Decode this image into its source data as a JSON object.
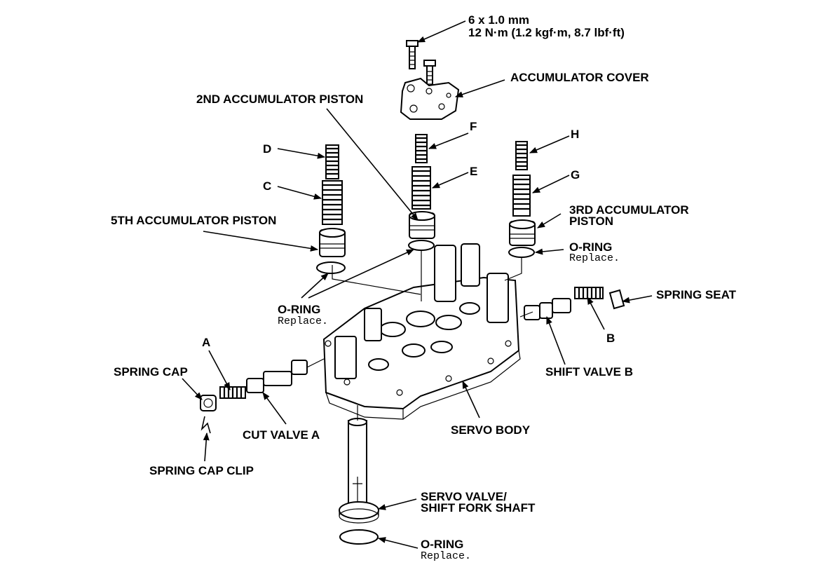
{
  "labels": {
    "bolt_size": "6 x 1.0 mm",
    "bolt_torque": "12 N·m (1.2 kgf·m, 8.7 lbf·ft)",
    "accumulator_cover": "ACCUMULATOR COVER",
    "second_accumulator_piston": "2ND ACCUMULATOR PISTON",
    "f": "F",
    "e": "E",
    "d": "D",
    "c": "C",
    "h": "H",
    "g": "G",
    "fifth_accumulator_piston": "5TH ACCUMULATOR PISTON",
    "third_accumulator_piston_line1": "3RD ACCUMULATOR",
    "third_accumulator_piston_line2": "PISTON",
    "o_ring_right": "O-RING",
    "o_ring_right_note": "Replace.",
    "spring_seat": "SPRING SEAT",
    "o_ring_left": "O-RING",
    "o_ring_left_note": "Replace.",
    "b": "B",
    "a": "A",
    "shift_valve_b": "SHIFT VALVE B",
    "spring_cap": "SPRING CAP",
    "cut_valve_a": "CUT VALVE A",
    "servo_body": "SERVO BODY",
    "spring_cap_clip": "SPRING CAP CLIP",
    "servo_valve_line1": "SERVO VALVE/",
    "servo_valve_line2": "SHIFT FORK SHAFT",
    "o_ring_bottom": "O-RING",
    "o_ring_bottom_note": "Replace."
  }
}
